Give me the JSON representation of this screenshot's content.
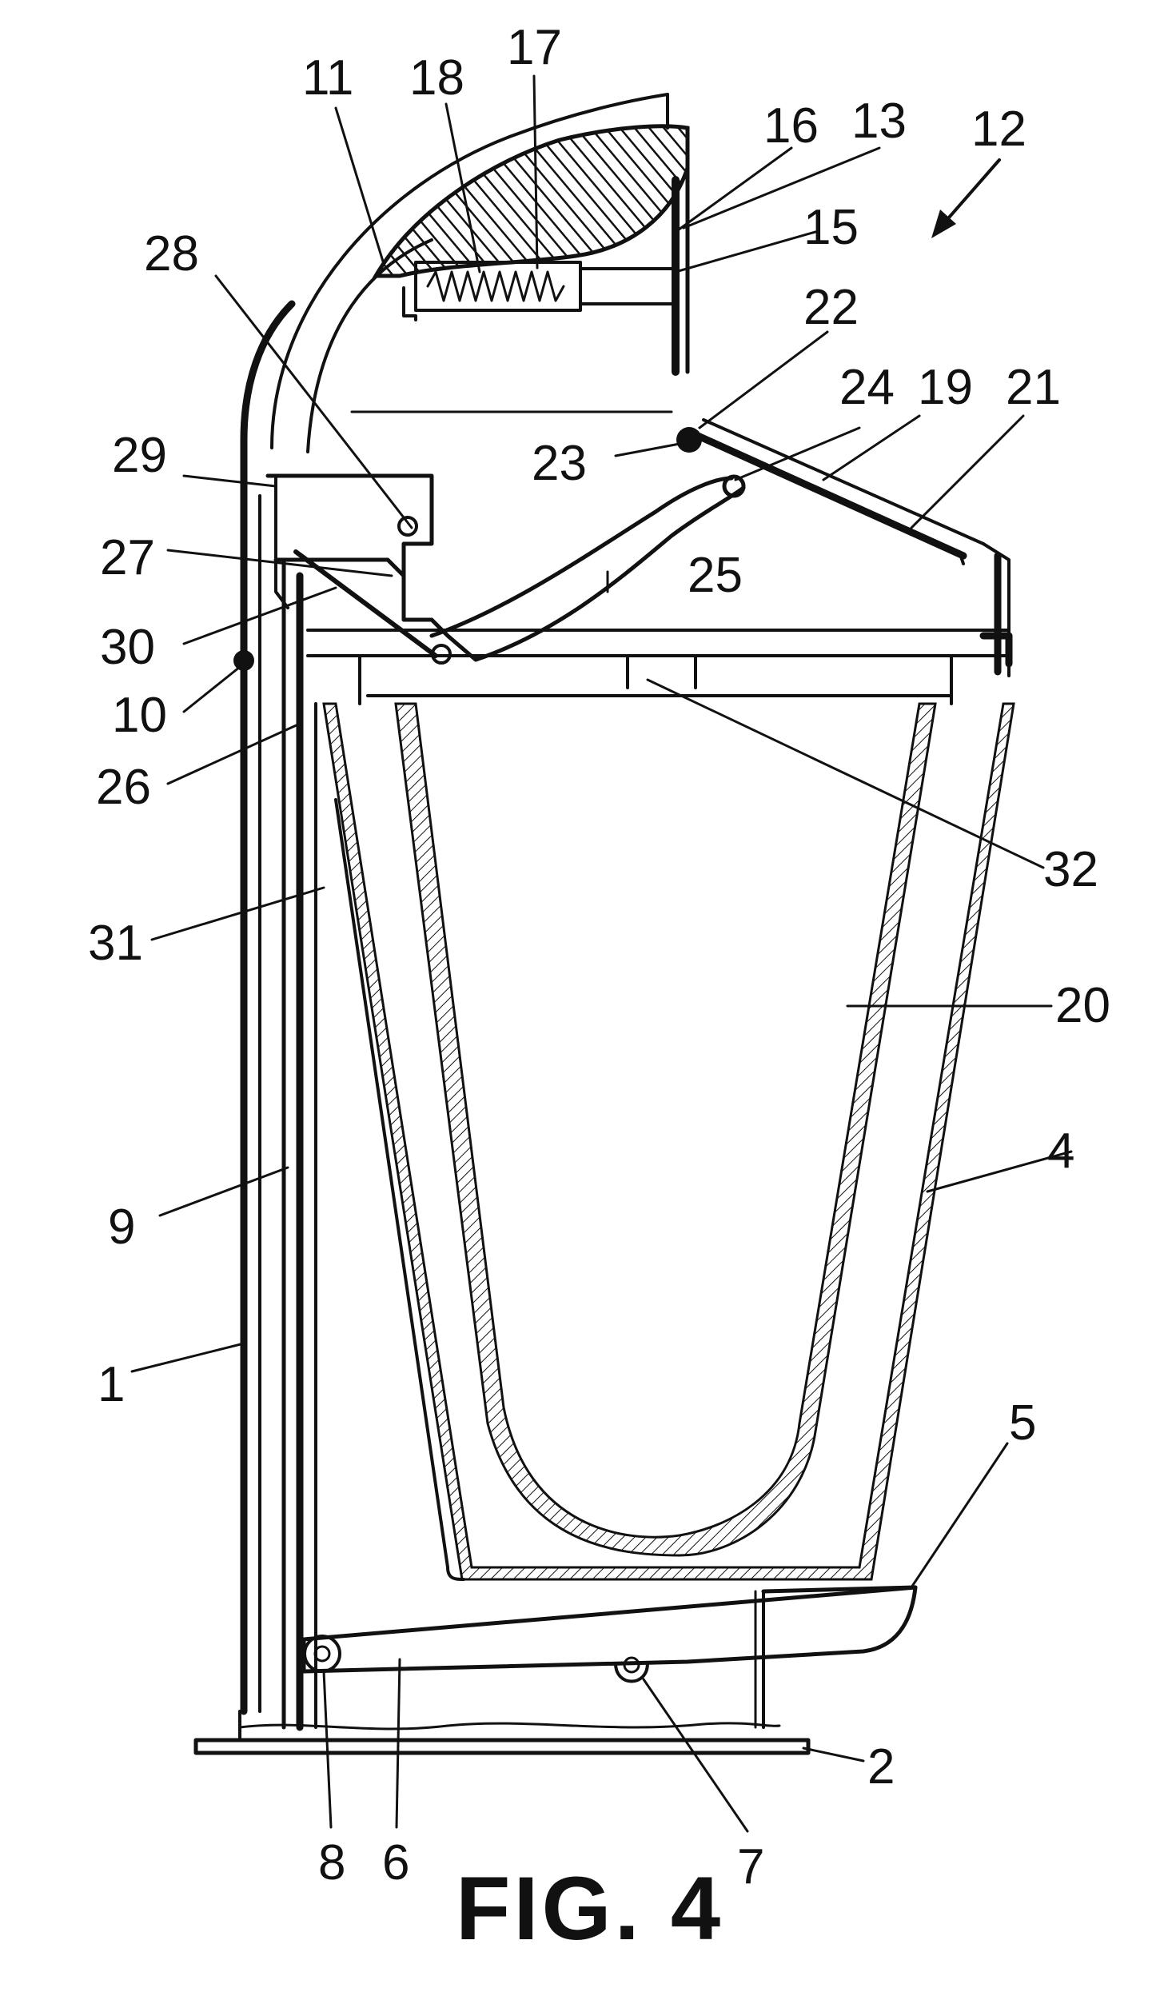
{
  "figure": {
    "caption": "FIG. 4",
    "reference_numerals": [
      "1",
      "2",
      "4",
      "5",
      "6",
      "7",
      "8",
      "9",
      "10",
      "11",
      "12",
      "13",
      "15",
      "16",
      "17",
      "18",
      "19",
      "20",
      "21",
      "22",
      "23",
      "24",
      "25",
      "26",
      "27",
      "28",
      "29",
      "30",
      "31",
      "32"
    ]
  }
}
